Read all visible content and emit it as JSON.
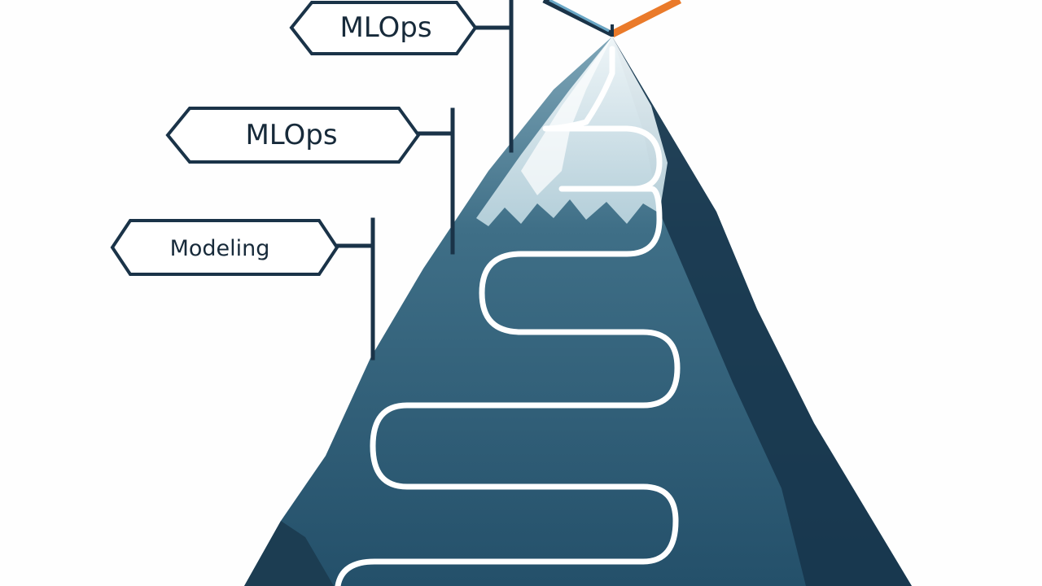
{
  "labels": [
    {
      "text": "MLOps"
    },
    {
      "text": "MLOps"
    },
    {
      "text": "Modeling"
    }
  ],
  "colors": {
    "outline": "#1a3348",
    "mountain": "#2c5871",
    "mountain_shadow": "#16344a",
    "mountain_light": "#4c7b92",
    "snow": "#dcebf0",
    "path": "#ffffff",
    "flag_accent": "#ea7a2a",
    "background": "#fefefe"
  },
  "icons": [
    "summit-flag-icon",
    "winding-path-icon"
  ]
}
